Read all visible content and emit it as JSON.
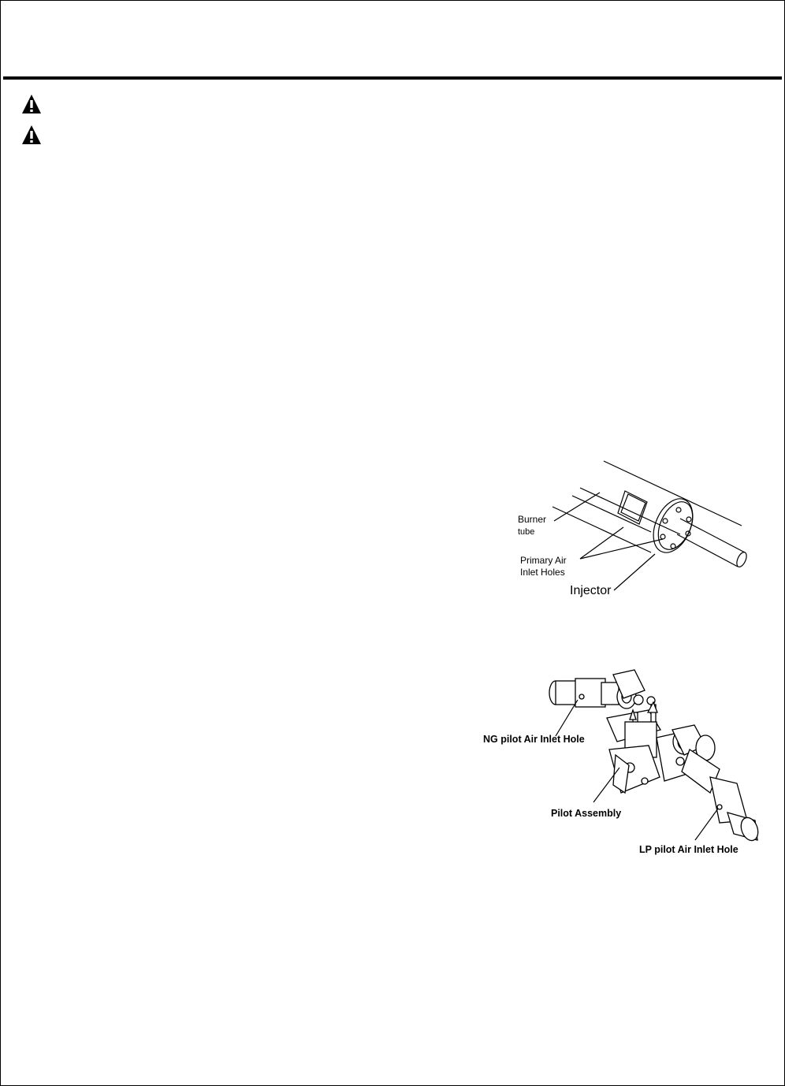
{
  "warnings": [
    {
      "icon": "warning-triangle-icon"
    },
    {
      "icon": "warning-triangle-icon"
    }
  ],
  "figure_burner": {
    "labels": {
      "burner_line1": "Burner",
      "burner_line2": "tube",
      "primary_line1": "Primary Air",
      "primary_line2": "Inlet Holes",
      "injector": "Injector"
    }
  },
  "figure_pilot": {
    "labels": {
      "ng": "NG pilot Air Inlet Hole",
      "pilot": "Pilot Assembly",
      "lp": "LP pilot Air Inlet Hole"
    }
  }
}
